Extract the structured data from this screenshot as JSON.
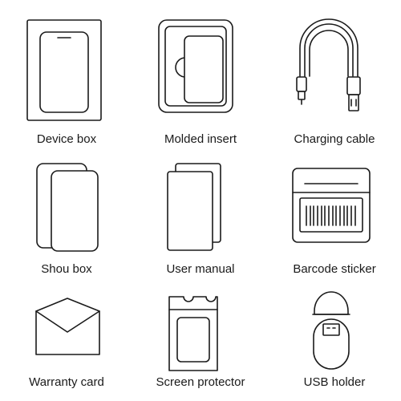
{
  "items": [
    {
      "icon": "device-box-icon",
      "label": "Device box"
    },
    {
      "icon": "molded-insert-icon",
      "label": "Molded insert"
    },
    {
      "icon": "charging-cable-icon",
      "label": "Charging cable"
    },
    {
      "icon": "shou-box-icon",
      "label": "Shou  box"
    },
    {
      "icon": "user-manual-icon",
      "label": "User manual"
    },
    {
      "icon": "barcode-sticker-icon",
      "label": "Barcode sticker"
    },
    {
      "icon": "warranty-card-icon",
      "label": "Warranty card"
    },
    {
      "icon": "screen-protector-icon",
      "label": "Screen protector"
    },
    {
      "icon": "usb-holder-icon",
      "label": "USB holder"
    }
  ],
  "stock_id": "1571739858",
  "colors": {
    "line": "#1a1a1a",
    "background": "#ffffff"
  }
}
